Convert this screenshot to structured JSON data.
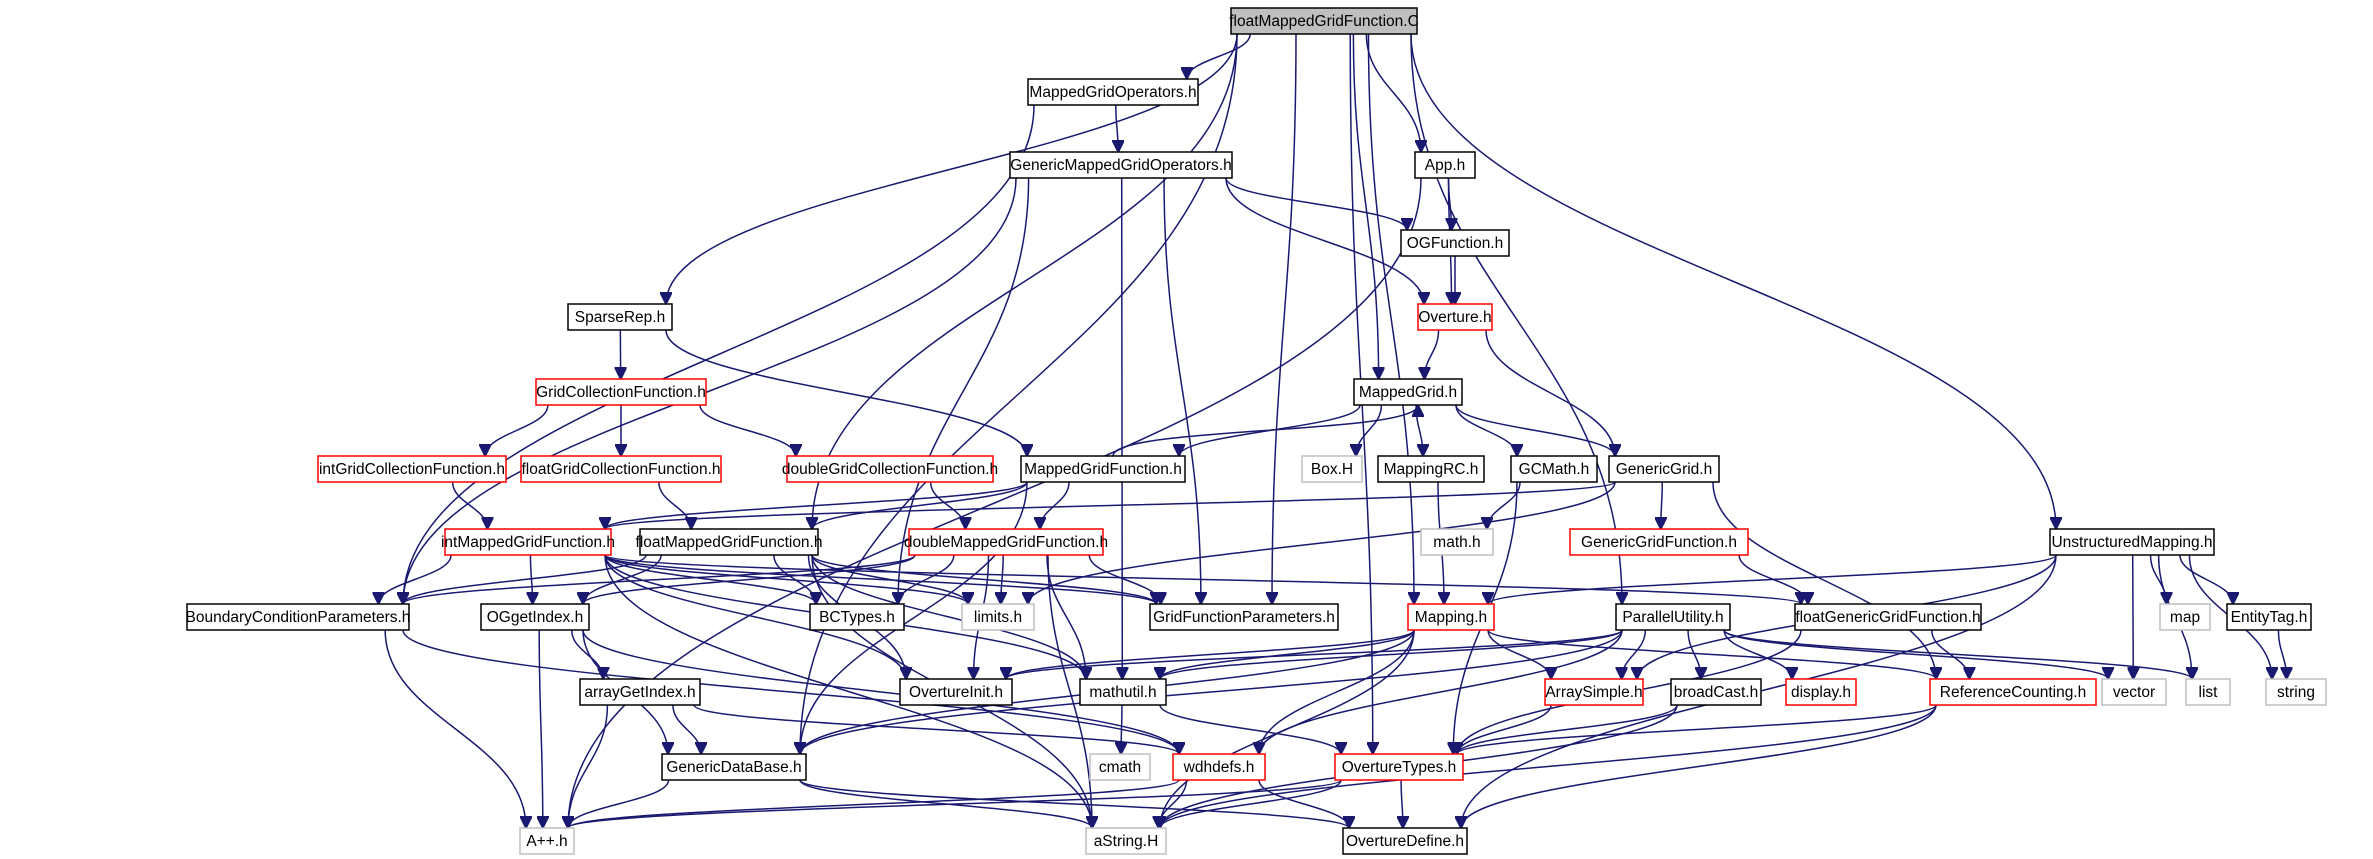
{
  "nodes": {
    "root": "floatMappedGridFunction.C",
    "mgo": "MappedGridOperators.h",
    "gmgo": "GenericMappedGridOperators.h",
    "app": "App.h",
    "ogf": "OGFunction.h",
    "ovt": "Overture.h",
    "sparse": "SparseRep.h",
    "gcf": "GridCollectionFunction.h",
    "mg": "MappedGrid.h",
    "igcf": "intGridCollectionFunction.h",
    "fgcf": "floatGridCollectionFunction.h",
    "dgcf": "doubleGridCollectionFunction.h",
    "mgf": "MappedGridFunction.h",
    "box": "Box.H",
    "mrc": "MappingRC.h",
    "gcm": "GCMath.h",
    "gg": "GenericGrid.h",
    "ggf": "GenericGridFunction.h",
    "imgf": "intMappedGridFunction.h",
    "fmgf": "floatMappedGridFunction.h",
    "dmgf": "doubleMappedGridFunction.h",
    "mathh": "math.h",
    "um": "UnstructuredMapping.h",
    "bcp": "BoundaryConditionParameters.h",
    "ogi": "OGgetIndex.h",
    "bct": "BCTypes.h",
    "lim": "limits.h",
    "gfp": "GridFunctionParameters.h",
    "mapping": "Mapping.h",
    "pu": "ParallelUtility.h",
    "fggf": "floatGenericGridFunction.h",
    "map": "map",
    "et": "EntityTag.h",
    "agi": "arrayGetIndex.h",
    "oinit": "OvertureInit.h",
    "mu": "mathutil.h",
    "as": "ArraySimple.h",
    "bc": "broadCast.h",
    "disp": "display.h",
    "rc": "ReferenceCounting.h",
    "vec": "vector",
    "list": "list",
    "str": "string",
    "cmath": "cmath",
    "gdb": "GenericDataBase.h",
    "wdh": "wdhdefs.h",
    "otyp": "OvertureTypes.h",
    "app2": "A++.h",
    "astr": "aString.H",
    "odef": "OvertureDefine.h"
  },
  "colors": {
    "edge": "#191970",
    "root_fill": "#bfbfbf",
    "border_normal": "#000000",
    "border_truncated": "#ff0000",
    "border_external": "#bfbfbf"
  }
}
